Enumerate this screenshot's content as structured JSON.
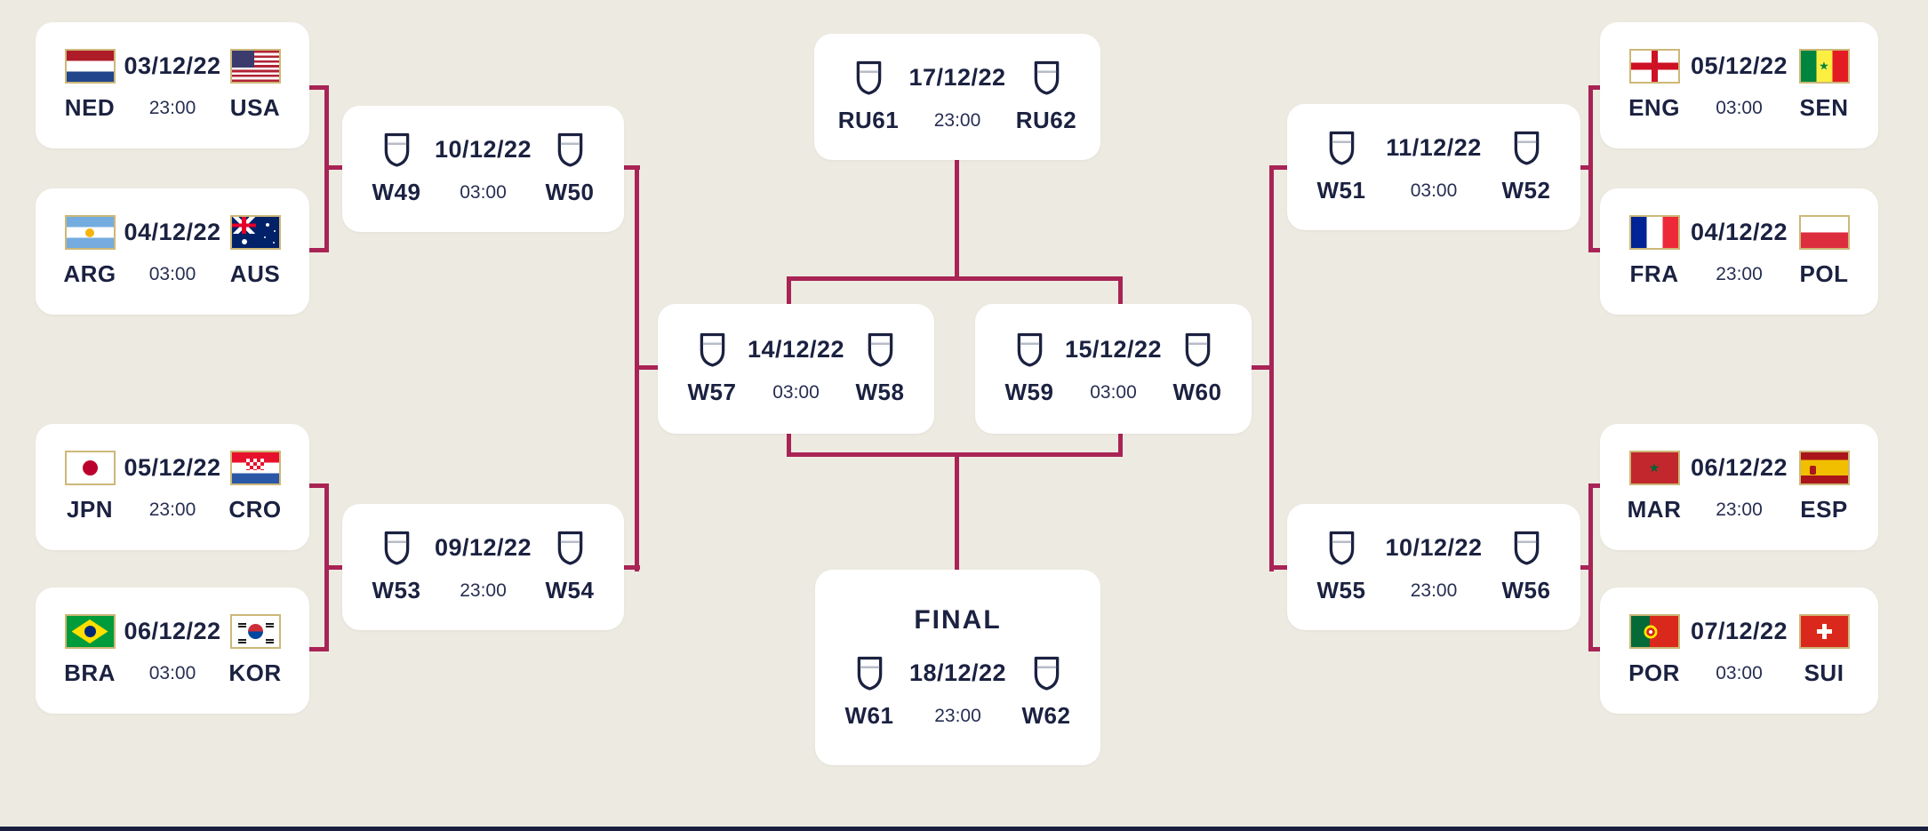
{
  "page": {
    "colors": {
      "background": "#edebe1",
      "card": "#ffffff",
      "accent_line": "#a92355",
      "text": "#1b2140",
      "footer": "#191f3e",
      "flag_border": "#cdb878"
    }
  },
  "bracket": {
    "final_title": "FINAL",
    "round16_left": [
      {
        "home": "NED",
        "away": "USA",
        "date": "03/12/22",
        "time": "23:00"
      },
      {
        "home": "ARG",
        "away": "AUS",
        "date": "04/12/22",
        "time": "03:00"
      },
      {
        "home": "JPN",
        "away": "CRO",
        "date": "05/12/22",
        "time": "23:00"
      },
      {
        "home": "BRA",
        "away": "KOR",
        "date": "06/12/22",
        "time": "03:00"
      }
    ],
    "round16_right": [
      {
        "home": "ENG",
        "away": "SEN",
        "date": "05/12/22",
        "time": "03:00"
      },
      {
        "home": "FRA",
        "away": "POL",
        "date": "04/12/22",
        "time": "23:00"
      },
      {
        "home": "MAR",
        "away": "ESP",
        "date": "06/12/22",
        "time": "23:00"
      },
      {
        "home": "POR",
        "away": "SUI",
        "date": "07/12/22",
        "time": "03:00"
      }
    ],
    "quarterfinals": [
      {
        "home": "W49",
        "away": "W50",
        "date": "10/12/22",
        "time": "03:00"
      },
      {
        "home": "W53",
        "away": "W54",
        "date": "09/12/22",
        "time": "23:00"
      },
      {
        "home": "W51",
        "away": "W52",
        "date": "11/12/22",
        "time": "03:00"
      },
      {
        "home": "W55",
        "away": "W56",
        "date": "10/12/22",
        "time": "23:00"
      }
    ],
    "semifinals": [
      {
        "home": "W57",
        "away": "W58",
        "date": "14/12/22",
        "time": "03:00"
      },
      {
        "home": "W59",
        "away": "W60",
        "date": "15/12/22",
        "time": "03:00"
      }
    ],
    "third_place": {
      "home": "RU61",
      "away": "RU62",
      "date": "17/12/22",
      "time": "23:00"
    },
    "final": {
      "home": "W61",
      "away": "W62",
      "date": "18/12/22",
      "time": "23:00"
    }
  }
}
